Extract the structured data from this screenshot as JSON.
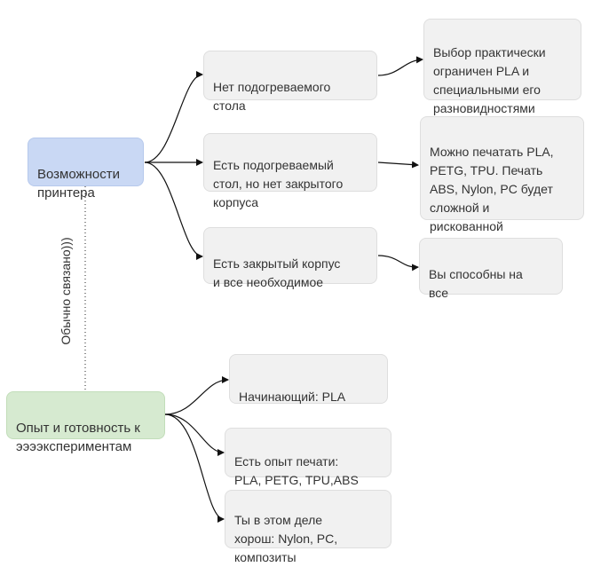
{
  "root1": {
    "label": "Возможности\nпринтера"
  },
  "root1_children": [
    {
      "label": "Нет подогреваемого\nстола",
      "result": "Выбор практически\nограничен PLA и\nспециальными его\nразновидностями"
    },
    {
      "label": "Есть подогреваемый\nстол, но нет закрытого\nкорпуса",
      "result": "Можно печатать PLA,\nPETG, TPU. Печать\nABS, Nylon, PC будет\nсложной и\nрискованной"
    },
    {
      "label": "Есть закрытый корпус\nи все необходимое",
      "result": "Вы способны на\nвсе"
    }
  ],
  "root2": {
    "label": "Опыт и готовность к\nээээкспериментам"
  },
  "root2_children": [
    {
      "label": "Начинающий: PLA"
    },
    {
      "label": "Есть опыт печати:\nPLA, PETG, TPU,ABS"
    },
    {
      "label": "Ты в этом деле\nхорош: Nylon, PC,\nкомпозиты"
    }
  ],
  "relation_label": "Обычно связано)))",
  "colors": {
    "root1_fill": "#c9d8f4",
    "root2_fill": "#d6ead0",
    "node_fill": "#f1f1f1",
    "line": "#111111"
  }
}
